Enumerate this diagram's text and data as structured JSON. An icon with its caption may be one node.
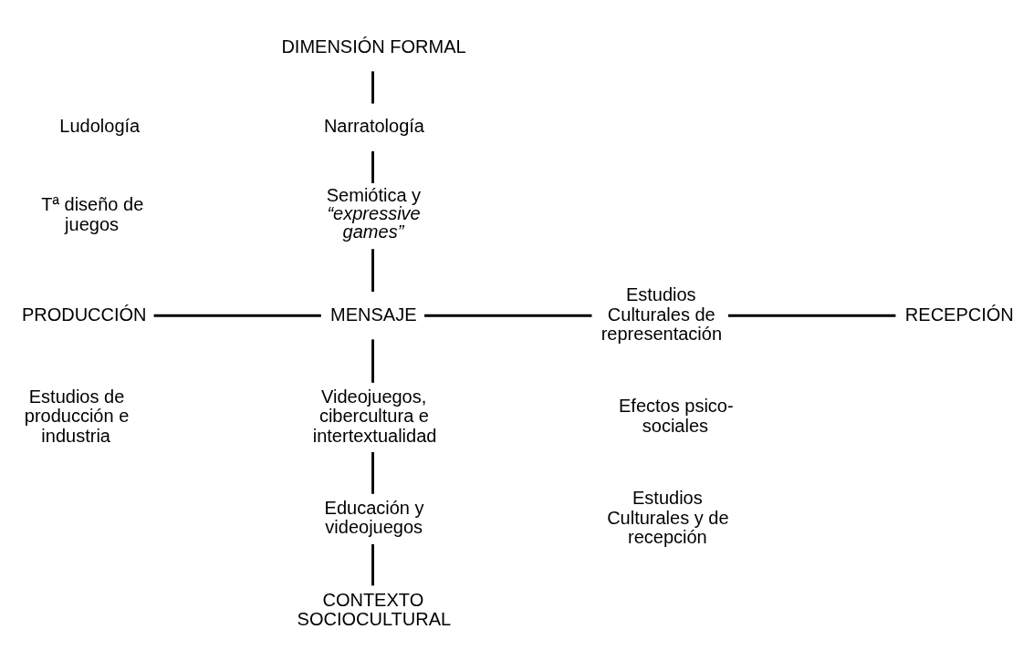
{
  "diagram": {
    "nodes": [
      {
        "text": [
          "DIMENSIÓN FORMAL"
        ]
      },
      {
        "text": [
          "Narratología"
        ]
      },
      {
        "text": [
          "Semiótica y *“expressive games”*"
        ]
      },
      {
        "text": [
          "PRODUCCIÓN"
        ]
      },
      {
        "text": [
          "MENSAJE"
        ]
      },
      {
        "text": [
          "Estudios Culturales de representación"
        ]
      },
      {
        "text": [
          "RECEPCIÓN"
        ]
      },
      {
        "text": [
          "Videojuegos, cibercultura e intertextualidad"
        ]
      },
      {
        "text": [
          "Educación y videojuegos"
        ]
      },
      {
        "text": [
          "CONTEXTO SOCIOCULTURAL"
        ]
      }
    ],
    "edges": [
      {
        "from": 0,
        "to": 1,
        "arrow": "none"
      },
      {
        "from": 1,
        "to": 2,
        "arrow": "none"
      },
      {
        "from": 2,
        "to": 4,
        "arrow": "none"
      },
      {
        "from": 3,
        "to": 4,
        "arrow": "none"
      },
      {
        "from": 4,
        "to": 5,
        "arrow": "none"
      },
      {
        "from": 5,
        "to": 6,
        "arrow": "none"
      },
      {
        "from": 4,
        "to": 7,
        "arrow": "none"
      },
      {
        "from": 7,
        "to": 8,
        "arrow": "none"
      },
      {
        "from": 8,
        "to": 9,
        "arrow": "none"
      }
    ],
    "labels": [
      "Ludología",
      "Tª diseño de juegos",
      "Estudios de producción e industria",
      "Efectos psico-sociales",
      "Estudios Culturales y de recepción"
    ]
  }
}
